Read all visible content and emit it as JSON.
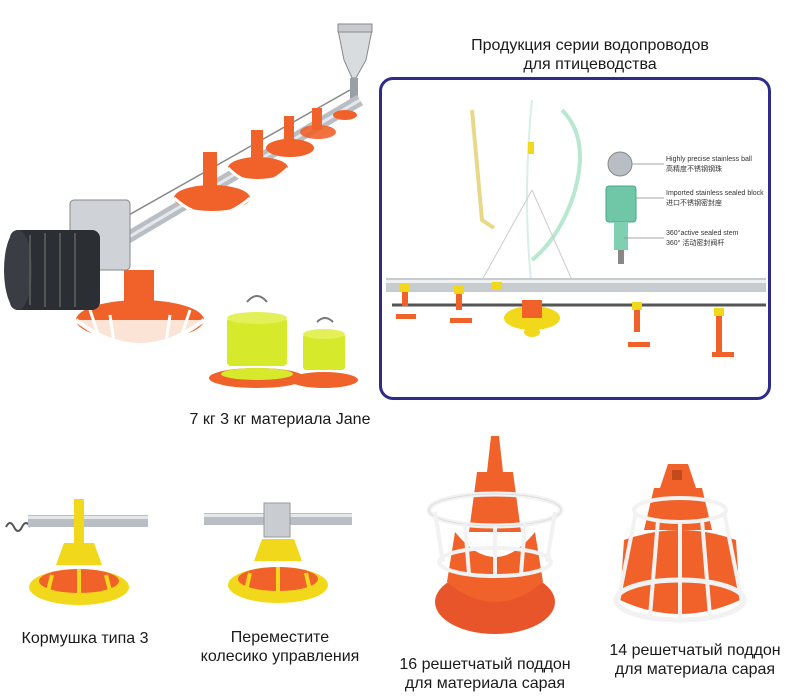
{
  "title": {
    "line1": "Продукция серии водопроводов",
    "line2": "для птицеводства"
  },
  "captions": {
    "jane": "7 кг 3 кг материала Jane",
    "feeder_type3": "Кормушка типа 3",
    "control_wheel_line1": "Переместите",
    "control_wheel_line2": "колесико управления",
    "pan16_line1": "16 решетчатый поддон",
    "pan16_line2": "для материала сарая",
    "pan14_line1": "14 решетчатый поддон",
    "pan14_line2": "для материала сарая"
  },
  "nipple_labels": {
    "ball_en": "Highly precise stainless ball",
    "ball_cn": "高精度不锈钢钢珠",
    "block_en": "Imported stainless sealed block",
    "block_cn": "进口不锈钢密封座",
    "stem_en": "360°active sealed stem",
    "stem_cn": "360° 活动密封阀杆"
  },
  "colors": {
    "frame_border": "#2e2b8a",
    "orange": "#f0622a",
    "yellow": "#f2d81a",
    "pipe": "#b9bec4"
  }
}
